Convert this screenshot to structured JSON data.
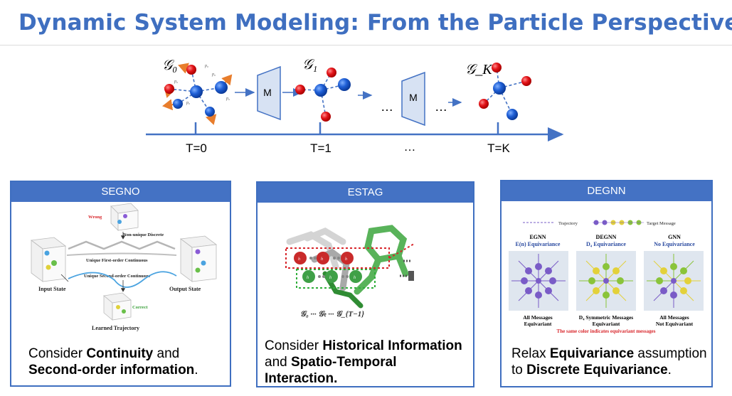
{
  "header": {
    "title": "Dynamic System Modeling: From the Particle Perspective"
  },
  "timeline": {
    "graph_labels": [
      "𝒢₀",
      "𝒢₁",
      "𝒢_K"
    ],
    "module_label": "M",
    "ellipsis": "…",
    "ticks": [
      "T=0",
      "T=1",
      "…",
      "T=K"
    ],
    "momentum_labels": [
      "p₀",
      "p₀",
      "p₀",
      "p₀",
      "p₀"
    ]
  },
  "cards": [
    {
      "header": "SEGNO",
      "figure": {
        "wrong": "Wrong",
        "non_unique": "Non-unique Discrete",
        "first_order": "Unique First-order Continuous",
        "second_order": "Unique Second-order Continuous",
        "input_state": "Input State",
        "output_state": "Output State",
        "correct": "Correct",
        "learned": "Learned Trajectory"
      },
      "caption": {
        "pre": "Consider ",
        "b1": "Continuity",
        "mid": " and ",
        "b2": "Second-order information",
        "post": "."
      }
    },
    {
      "header": "ESTAG",
      "figure": {
        "seq": "𝒢₀ ··· 𝒢ₜ ··· 𝒢_{T−1}"
      },
      "caption": {
        "pre": "Consider ",
        "b1": "Historical Information",
        "mid": " and ",
        "b2": "Spatio-Temporal Interaction.",
        "post": ""
      }
    },
    {
      "header": "DEGNN",
      "figure": {
        "trajectory": "Trajectory",
        "target": "Target Message",
        "col1_title": "EGNN",
        "col1_sub": "E(n) Equivariance",
        "col2_title": "DEGNN",
        "col2_sub": "D₄ Equivariance",
        "col3_title": "GNN",
        "col3_sub": "No Equivariance",
        "col1_foot1": "All Messages",
        "col1_foot2": "Equivariant",
        "col2_foot1": "D₄ Symmetric Messages",
        "col2_foot2": "Equivariant",
        "col3_foot1": "All Messages",
        "col3_foot2": "Not Equivariant",
        "note": "The same color indicates equivariant messages"
      },
      "caption": {
        "pre": "Relax ",
        "b1": "Equivariance",
        "mid": " assumption to ",
        "b2": "Discrete Equivariance",
        "post": "."
      }
    }
  ],
  "colors": {
    "accent": "#4472c4",
    "title": "#3f6fc0",
    "red_atom": "#e3151a",
    "blue_atom": "#1f5fd6"
  }
}
